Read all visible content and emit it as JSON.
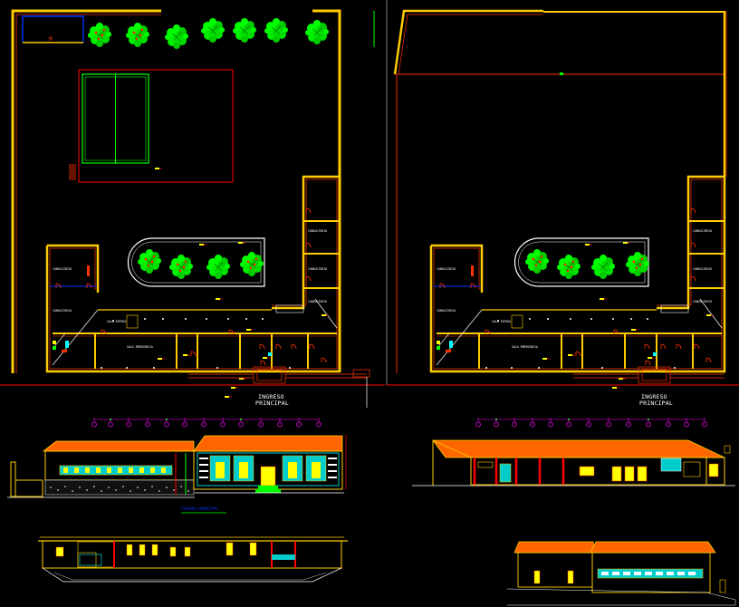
{
  "drawing": {
    "background": "#000000",
    "colors": {
      "wall": "#ffcc00",
      "wall_inner": "#ff3300",
      "green": "#00ff00",
      "red": "#ff0000",
      "cyan": "#00ffff",
      "magenta": "#ff00ff",
      "white": "#ffffff",
      "blue": "#0033ff"
    }
  },
  "plan_left": {
    "entrance_label_1": "INGRESO",
    "entrance_label_2": "PRINCIPAL",
    "room_labels": {
      "sala_espera": "SALA ESPERA",
      "sala_emergencia": "SALA EMERGENCIA",
      "consultorio_1": "CONSULTORIO",
      "consultorio_2": "CONSULTORIO",
      "consultorio_3": "CONSULTORIO",
      "consultorio_4": "CONSULTORIO",
      "consultorio_5": "CONSULTORIO"
    }
  },
  "plan_right": {
    "entrance_label_1": "INGRESO",
    "entrance_label_2": "PRINCIPAL",
    "room_labels": {
      "sala_espera": "SALA ESPERA",
      "sala_emergencia": "SALA EMERGENCIA",
      "consultorio_1": "CONSULTORIO",
      "consultorio_2": "CONSULTORIO",
      "consultorio_3": "CONSULTORIO",
      "consultorio_4": "CONSULTORIO",
      "consultorio_5": "CONSULTORIO"
    }
  },
  "elevations": {
    "front_caption": "FACHADA PRINCIPAL"
  }
}
